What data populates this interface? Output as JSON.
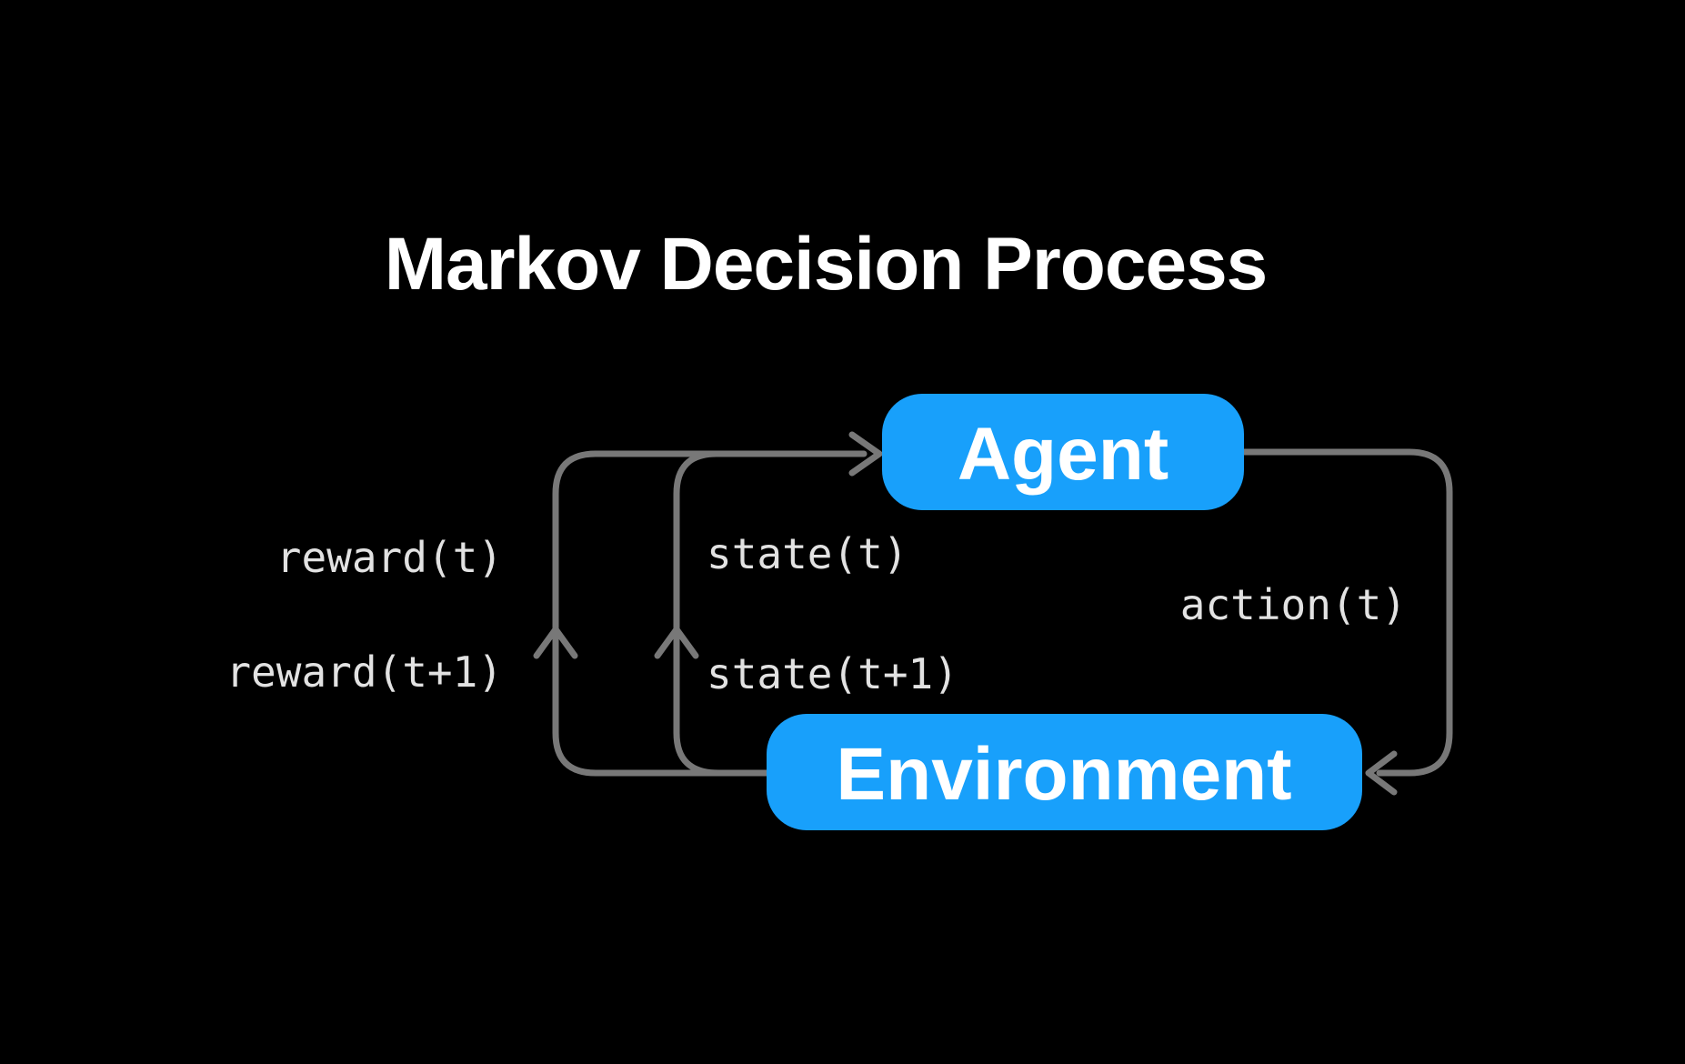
{
  "diagram": {
    "title": "Markov Decision Process",
    "nodes": [
      {
        "id": "agent",
        "label": "Agent"
      },
      {
        "id": "environment",
        "label": "Environment"
      }
    ],
    "edge_labels": {
      "reward_t": "reward(t)",
      "reward_t1": "reward(t+1)",
      "state_t": "state(t)",
      "state_t1": "state(t+1)",
      "action_t": "action(t)"
    },
    "colors": {
      "background": "#000000",
      "node_fill": "#18a0fb",
      "node_text": "#ffffff",
      "edge_stroke": "#787878",
      "edge_label_text": "#e2e2e2",
      "title_text": "#ffffff"
    }
  }
}
